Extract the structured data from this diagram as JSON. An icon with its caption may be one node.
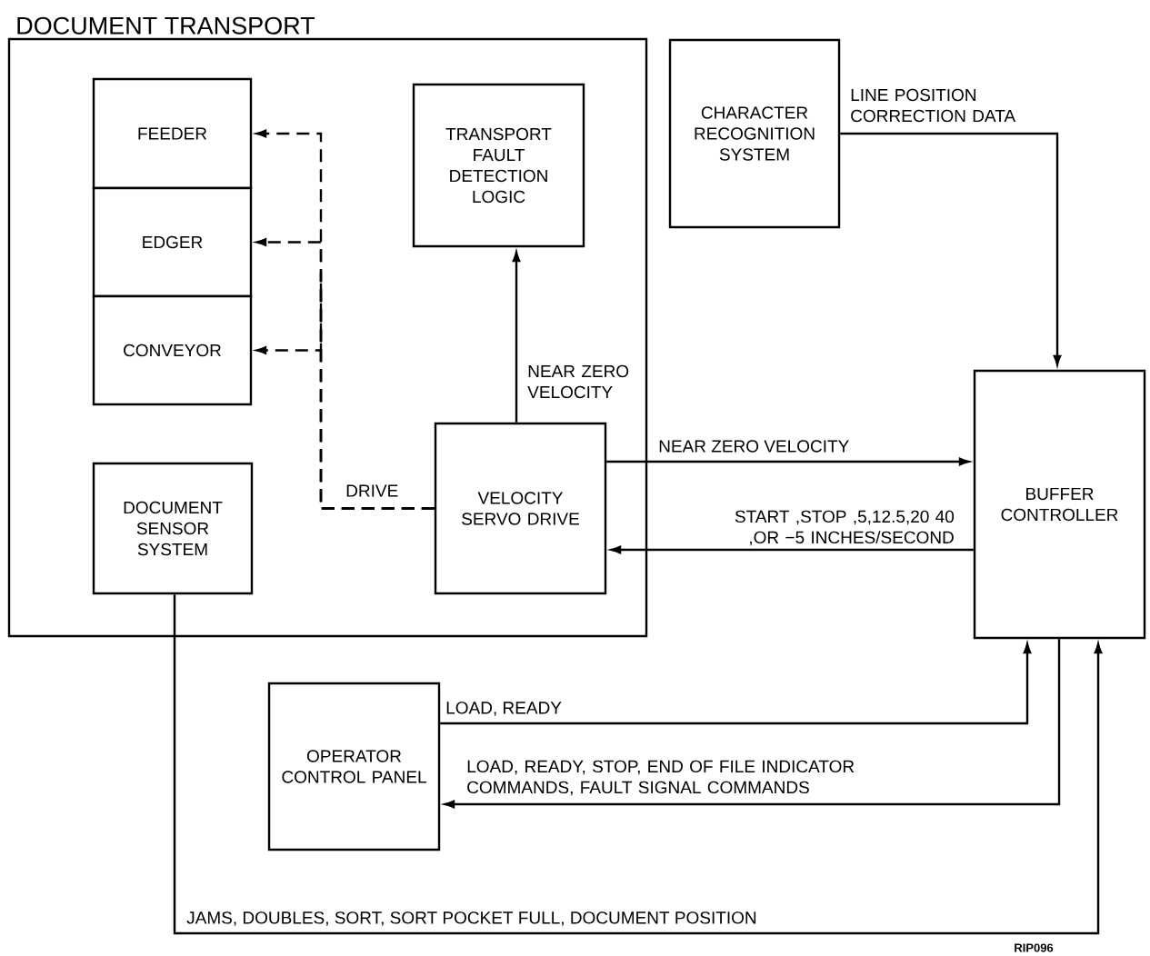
{
  "diagram": {
    "nodes": [
      {
        "text": [
          "DOCUMENT TRANSPORT"
        ]
      },
      {
        "text": [
          "FEEDER"
        ],
        "in": 0
      },
      {
        "text": [
          "EDGER"
        ],
        "in": 0
      },
      {
        "text": [
          "CONVEYOR"
        ],
        "in": 0
      },
      {
        "text": [
          "TRANSPORT FAULT DETECTION LOGIC"
        ],
        "in": 0
      },
      {
        "text": [
          "DOCUMENT SENSOR SYSTEM"
        ],
        "in": 0
      },
      {
        "text": [
          "VELOCITY SERVO DRIVE"
        ],
        "in": 0
      },
      {
        "text": [
          "CHARACTER RECOGNITION SYSTEM"
        ]
      },
      {
        "text": [
          "BUFFER CONTROLLER"
        ]
      },
      {
        "text": [
          "OPERATOR CONTROL PANEL"
        ]
      }
    ],
    "edges": [
      {
        "from": 6,
        "to": 1,
        "arrow": "to",
        "style": "dashed",
        "label": "DRIVE"
      },
      {
        "from": 6,
        "to": 2,
        "arrow": "to",
        "style": "dashed"
      },
      {
        "from": 6,
        "to": 3,
        "arrow": "to",
        "style": "dashed"
      },
      {
        "from": 6,
        "to": 4,
        "arrow": "to",
        "label": "NEAR ZERO VELOCITY"
      },
      {
        "from": 6,
        "to": 8,
        "arrow": "to",
        "label": "NEAR ZERO VELOCITY"
      },
      {
        "from": 8,
        "to": 6,
        "arrow": "to",
        "label": "START ,STOP ,5,12.5,20 40 ,OR −5 INCHES/SECOND"
      },
      {
        "from": 7,
        "to": 8,
        "arrow": "to",
        "label": "LINE POSITION CORRECTION DATA"
      },
      {
        "from": 9,
        "to": 8,
        "arrow": "to",
        "label": "LOAD, READY"
      },
      {
        "from": 8,
        "to": 9,
        "arrow": "to",
        "label": "LOAD, READY, STOP, END OF FILE INDICATOR COMMANDS, FAULT SIGNAL COMMANDS"
      },
      {
        "from": 5,
        "to": 8,
        "arrow": "to",
        "label": "JAMS, DOUBLES, SORT, SORT POCKET FULL, DOCUMENT POSITION"
      }
    ],
    "labels": [
      "RIP096"
    ]
  }
}
